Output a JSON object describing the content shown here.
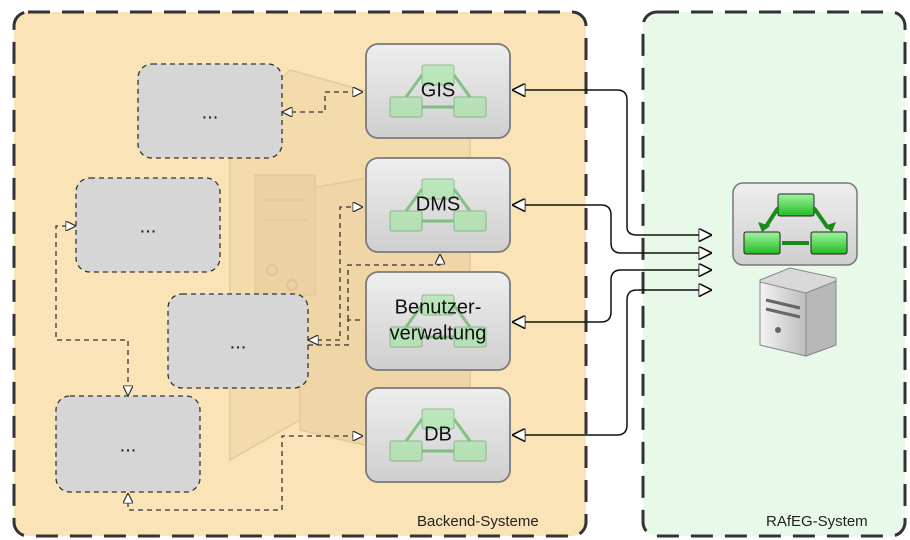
{
  "regions": {
    "backend": {
      "label": "Backend-Systeme",
      "fill": "#fbe3b8",
      "border": "#333333"
    },
    "rafeg": {
      "label": "RAfEG-System",
      "fill": "#e9f9e9",
      "border": "#333333"
    }
  },
  "services": [
    {
      "id": "gis",
      "lines": [
        "GIS"
      ]
    },
    {
      "id": "dms",
      "lines": [
        "DMS"
      ]
    },
    {
      "id": "benutzerverwaltung",
      "lines": [
        "Benutzer-",
        "verwaltung"
      ]
    },
    {
      "id": "db",
      "lines": [
        "DB"
      ]
    }
  ],
  "placeholders": [
    "...",
    "...",
    "...",
    "..."
  ],
  "colors": {
    "service_fill": "#d9d9d9",
    "placeholder_fill": "#d6d6d6",
    "workflow_green": "#33cc33",
    "arrow": "#111111"
  },
  "icons": [
    "workflow-icon",
    "server-tower-icon",
    "server-box-icon"
  ]
}
